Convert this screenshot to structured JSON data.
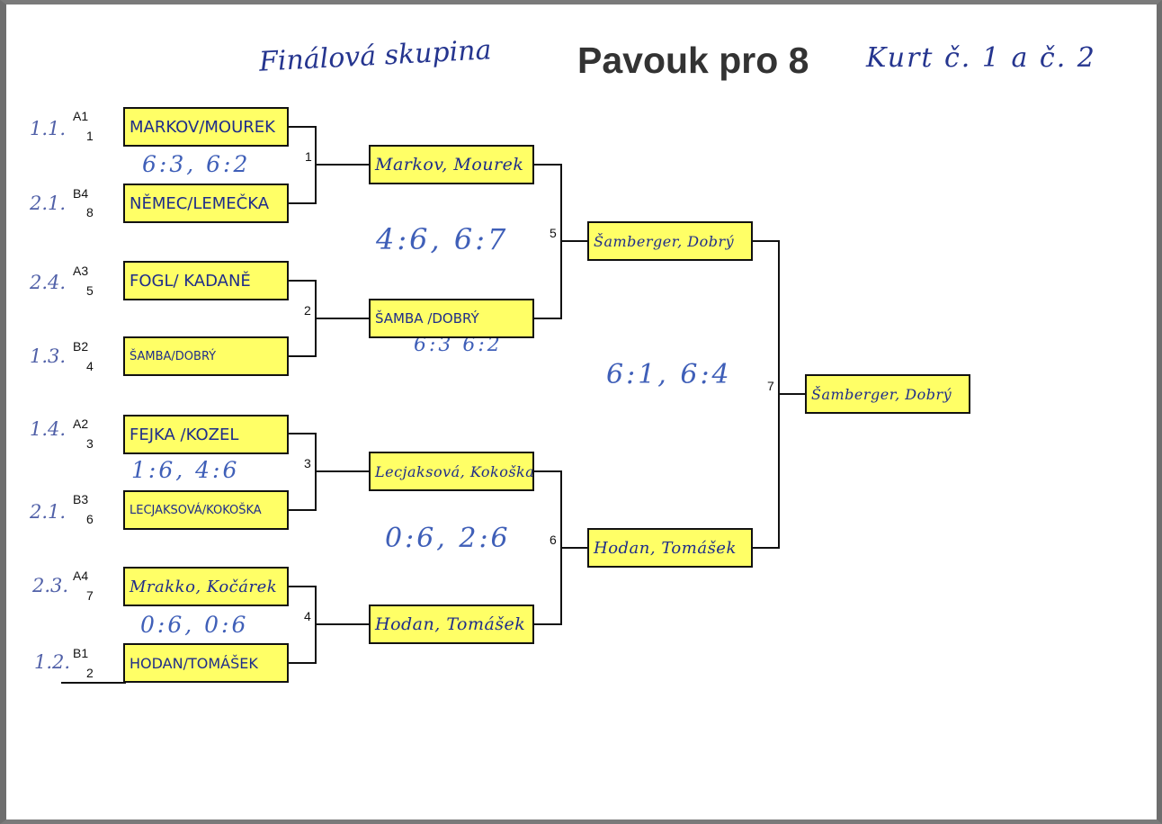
{
  "header": {
    "title": "Pavouk pro 8",
    "handwritten_left": "Finálová skupina",
    "handwritten_right": "Kurt č. 1 a č. 2"
  },
  "round1": [
    {
      "position": "1.1.",
      "group": "A1",
      "seed": "1",
      "pair": "MARKOV/MOUREK"
    },
    {
      "position": "2.1.",
      "group": "B4",
      "seed": "8",
      "pair": "NĚMEC/LEMEČKA"
    },
    {
      "position": "2.4.",
      "group": "A3",
      "seed": "5",
      "pair": "FOGL/ KADANĚ"
    },
    {
      "position": "1.3.",
      "group": "B2",
      "seed": "4",
      "pair": "ŠAMBA/DOBRÝ"
    },
    {
      "position": "1.4.",
      "group": "A2",
      "seed": "3",
      "pair": "FEJKA /KOZEL"
    },
    {
      "position": "2.1.",
      "group": "B3",
      "seed": "6",
      "pair": "LECJAKSOVÁ/KOKOŠKA"
    },
    {
      "position": "2.3.",
      "group": "A4",
      "seed": "7",
      "pair": "Mrakko, Kočárek"
    },
    {
      "position": "1.2.",
      "group": "B1",
      "seed": "2",
      "pair": "HODAN/TOMÁŠEK"
    }
  ],
  "round2": [
    {
      "match": "1",
      "pair": "Markov, Mourek"
    },
    {
      "match": "2",
      "pair": "ŠAMBA /DOBRÝ"
    },
    {
      "match": "3",
      "pair": "Lecjaksová, Kokoška"
    },
    {
      "match": "4",
      "pair": "Hodan, Tomášek"
    }
  ],
  "round3": [
    {
      "match": "5",
      "pair": "Šamberger, Dobrý"
    },
    {
      "match": "6",
      "pair": "Hodan, Tomášek"
    }
  ],
  "final": {
    "match": "7",
    "pair": "Šamberger, Dobrý"
  },
  "scores": {
    "m1": "6:3, 6:2",
    "m2": "6:3 6:2",
    "m3": "1:6, 4:6",
    "m4": "0:6, 0:6",
    "m5": "4:6, 6:7",
    "m6": "0:6, 2:6",
    "m7": "6:1, 6:4"
  },
  "colors": {
    "box_fill": "#ffff66",
    "ink_blue": "#1f2d8a",
    "title_text": "#333333"
  }
}
